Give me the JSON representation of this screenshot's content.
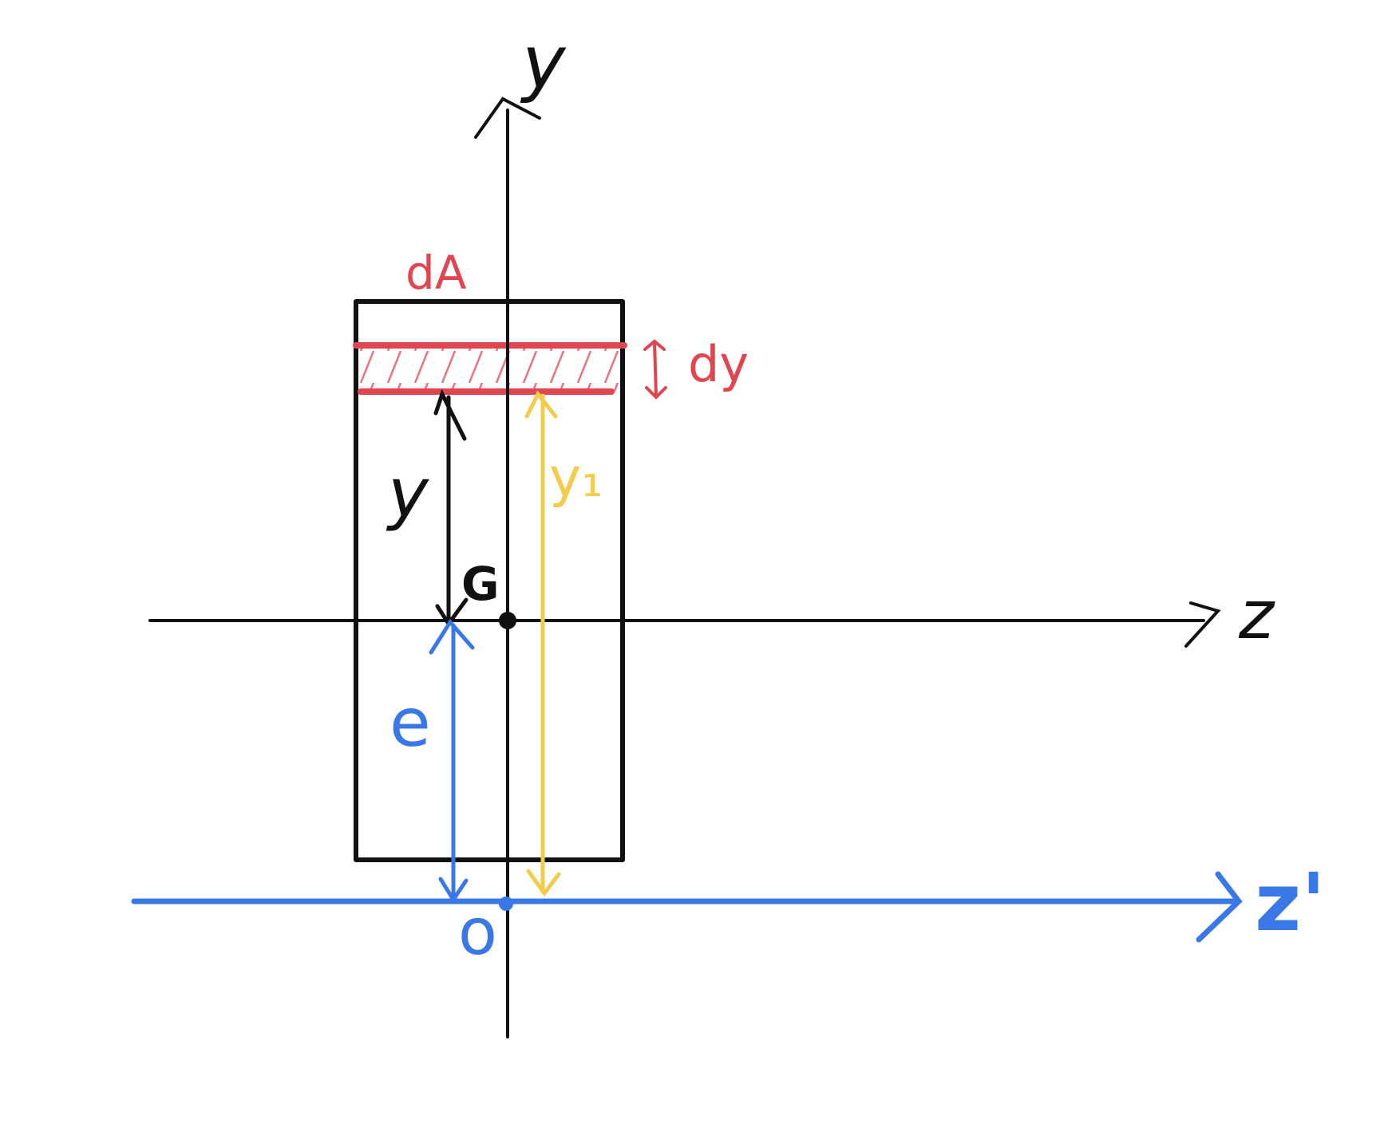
{
  "diagram": {
    "labels": {
      "y_axis": "y",
      "z_axis": "z",
      "z_prime_axis": "z'",
      "area_element": "dA",
      "strip_height": "dy",
      "distance_from_G": "y",
      "distance_from_O": "y₁",
      "centroid": "G",
      "offset": "e",
      "origin": "o"
    },
    "colors": {
      "axes": "#111111",
      "area_strip": "#e0464f",
      "y1_arrow": "#f2cc4a",
      "z_prime_axis": "#3b78e7"
    }
  }
}
